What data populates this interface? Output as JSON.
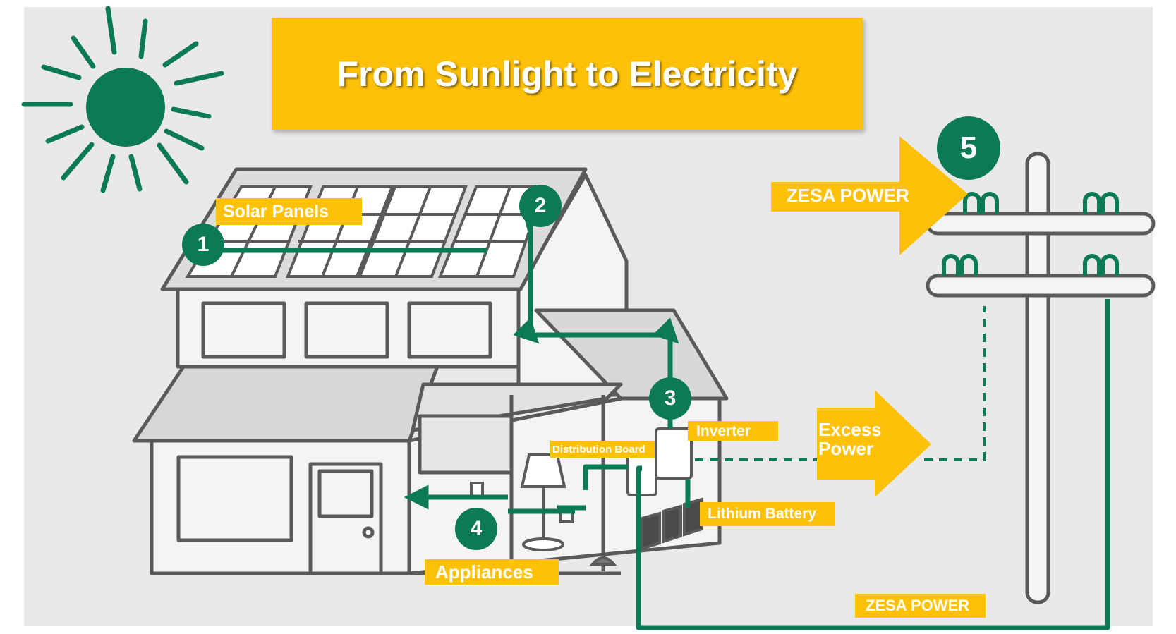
{
  "title": "From Sunlight to Electricity",
  "steps": [
    "1",
    "2",
    "3",
    "4",
    "5"
  ],
  "labels": {
    "solar_panels": "Solar Panels",
    "inverter": "Inverter",
    "distribution_board": "Distribution Board",
    "lithium_battery": "Lithium Battery",
    "appliances": "Appliances",
    "zesa_power_top": "ZESA POWER",
    "zesa_power_bottom": "ZESA POWER",
    "excess_power_line1": "Excess",
    "excess_power_line2": "Power"
  },
  "colors": {
    "accent_green": "#0B7A55",
    "label_yellow": "#FFC107",
    "background": "#E9E9E9",
    "outline": "#5A5A5A"
  }
}
